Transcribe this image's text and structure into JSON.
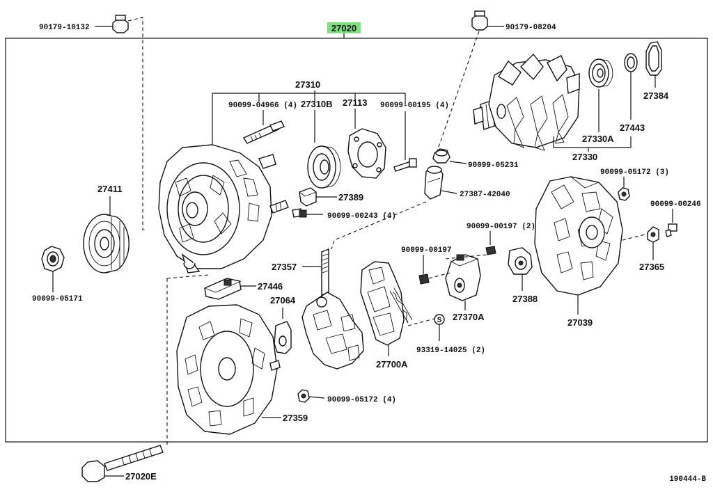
{
  "diagram": {
    "main_assembly": "27020",
    "highlight_color": "#7fe07f",
    "figure_code": "190444-B",
    "labels": {
      "p90179_10132": "90179-10132",
      "p90179_08204": "90179-08204",
      "p27310": "27310",
      "p90099_04966": "90099-04966 (4)",
      "p27310B": "27310B",
      "p27113": "27113",
      "p90099_00195": "90099-00195 (4)",
      "p27384": "27384",
      "p27443": "27443",
      "p27330A": "27330A",
      "p27330": "27330",
      "p90099_05231": "90099-05231",
      "p27387": "27387-42040",
      "p27389": "27389",
      "p90099_00243": "90099-00243 (4)",
      "p27411": "27411",
      "p90099_05171": "90099-05171",
      "p90099_05172_3": "90099-05172 (3)",
      "p90099_00246": "90099-00246",
      "p90099_00197_2": "90099-00197 (2)",
      "p90099_00197": "90099-00197",
      "p27357": "27357",
      "p27446": "27446",
      "p27064": "27064",
      "p27388": "27388",
      "p27365": "27365",
      "p27370A": "27370A",
      "p27039": "27039",
      "p93319": "93319-14025 (2)",
      "p27700A": "27700A",
      "p90099_05172_4": "90099-05172 (4)",
      "p27359": "27359",
      "p27020E": "27020E"
    }
  }
}
